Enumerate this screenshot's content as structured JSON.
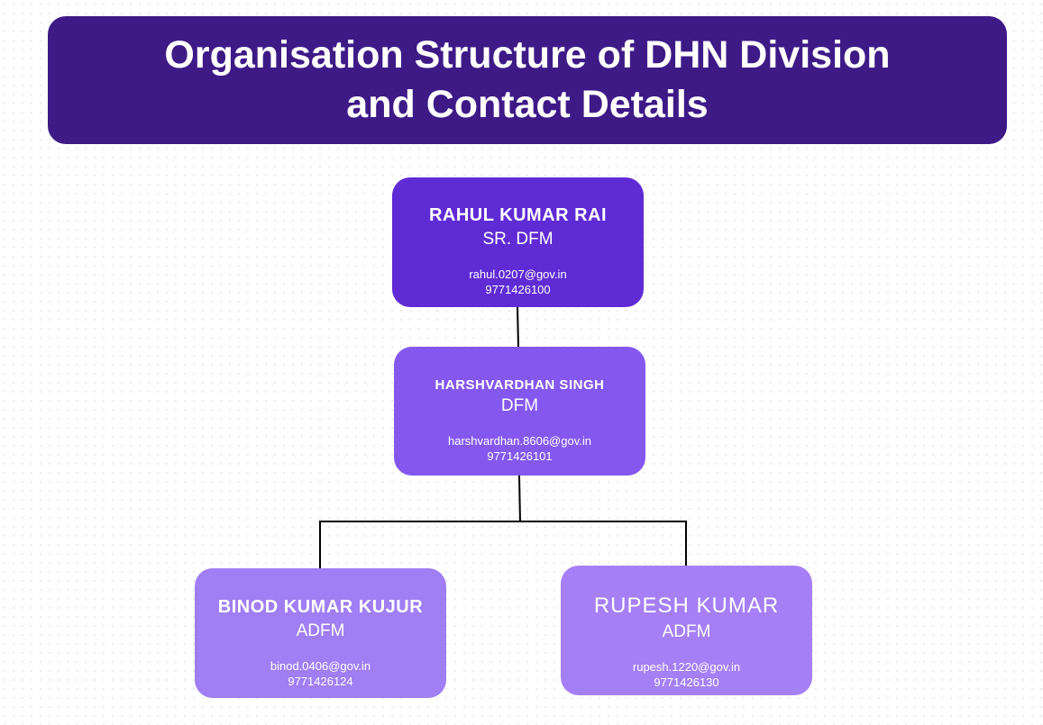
{
  "title": {
    "line1": "Organisation Structure of DHN Division",
    "line2": "and Contact Details"
  },
  "colors": {
    "banner": "#3e1a87",
    "level1": "#5f2bd4",
    "level2": "#8458ee",
    "level3": "#a07ef3",
    "connector": "#000000"
  },
  "org": {
    "sr_dfm": {
      "name": "RAHUL KUMAR RAI",
      "designation": "SR. DFM",
      "email": "rahul.0207@gov.in",
      "phone": "9771426100"
    },
    "dfm": {
      "name": "HARSHVARDHAN SINGH",
      "designation": "DFM",
      "email": "harshvardhan.8606@gov.in",
      "phone": "9771426101"
    },
    "adfm_left": {
      "name": "BINOD KUMAR KUJUR",
      "designation": "ADFM",
      "email": "binod.0406@gov.in",
      "phone": "9771426124"
    },
    "adfm_right": {
      "name": "RUPESH KUMAR",
      "designation": "ADFM",
      "email": "rupesh.1220@gov.in",
      "phone": "9771426130"
    }
  }
}
